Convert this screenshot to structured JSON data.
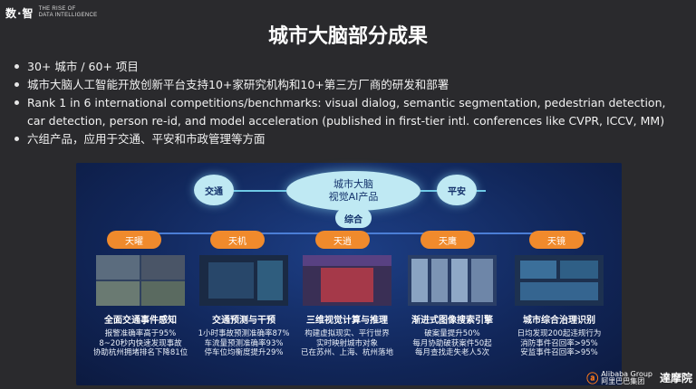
{
  "header": {
    "logo_mark": "数·智",
    "logo_line1": "THE RISE OF",
    "logo_line2": "DATA INTELLIGENCE"
  },
  "title": "城市大脑部分成果",
  "bullets": [
    "30+ 城市 / 60+ 项目",
    "城市大脑人工智能开放创新平台支持10+家研究机构和10+第三方厂商的研发和部署",
    "Rank 1 in 6 international competitions/benchmarks: visual dialog, semantic segmentation, pedestrian detection, car detection, person re-id, and model acceleration (published in first-tier intl. conferences like CVPR, ICCV, MM)",
    "六组产品，应用于交通、平安和市政管理等方面"
  ],
  "diagram": {
    "hub_line1": "城市大脑",
    "hub_line2": "视觉AI产品",
    "left_node": "交通",
    "right_node": "平安",
    "center_node": "综合",
    "products": [
      {
        "tag": "天曜",
        "title": "全面交通事件感知",
        "desc": [
          "报警准确率高于95%",
          "8~20秒内快速发现事故",
          "协助杭州拥堵排名下降81位"
        ]
      },
      {
        "tag": "天机",
        "title": "交通预测与干预",
        "desc": [
          "1小时事故预测准确率87%",
          "车流量预测准确率93%",
          "停车位均衡度提升29%"
        ]
      },
      {
        "tag": "天逍",
        "title": "三维视觉计算与推理",
        "desc": [
          "构建虚拟现实、平行世界",
          "实时映射城市对象",
          "已在苏州、上海、杭州落地"
        ]
      },
      {
        "tag": "天鹰",
        "title": "渐进式图像搜索引擎",
        "desc": [
          "破案量提升50%",
          "每月协助破获案件50起",
          "每月查找走失老人5次"
        ]
      },
      {
        "tag": "天镜",
        "title": "城市综合治理识别",
        "desc": [
          "日均发现200起违规行为",
          "消防事件召回率>95%",
          "安监事件召回率>95%"
        ]
      }
    ]
  },
  "footer": {
    "alibaba_en": "Alibaba Group",
    "alibaba_cn": "阿里巴巴集团",
    "damo": "達摩院"
  },
  "colors": {
    "background": "#2a2a2d",
    "panel": "#112659",
    "hub": "#bfe9f3",
    "tag": "#f08a2c",
    "alibaba": "#ff7a1a"
  }
}
